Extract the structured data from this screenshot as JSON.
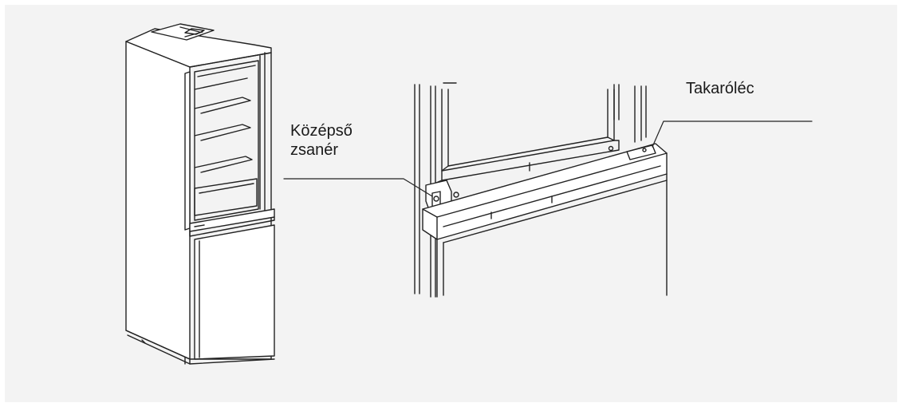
{
  "callouts": {
    "hinge_line1": "Középső",
    "hinge_line2": "zsanér",
    "strip": "Takaróléc"
  },
  "colors": {
    "panel_background": "#f3f3f3",
    "line_art": "#1a1a1a"
  }
}
